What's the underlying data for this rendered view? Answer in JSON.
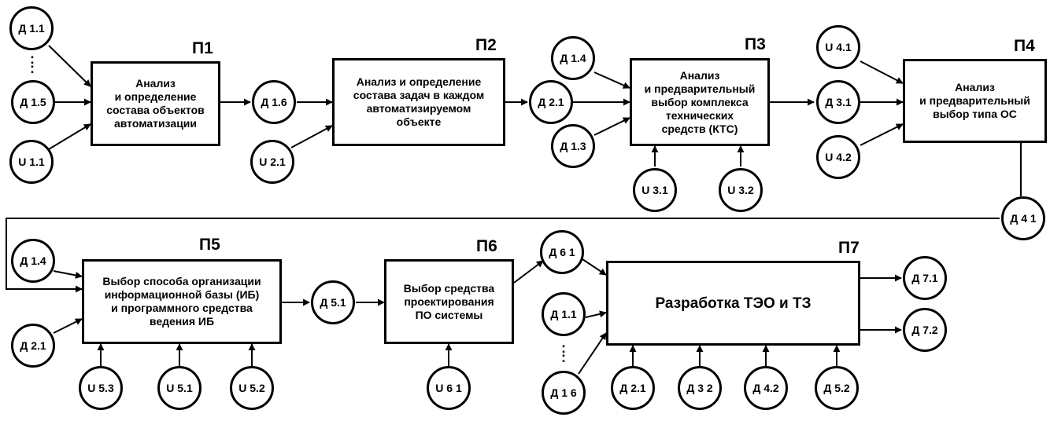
{
  "processes": {
    "p1": {
      "label": "П1",
      "text": "Анализ\nи определение\nсостава объектов\nавтоматизации"
    },
    "p2": {
      "label": "П2",
      "text": "Анализ и определение\nсостава задач в каждом\nавтоматизируемом\nобъекте"
    },
    "p3": {
      "label": "П3",
      "text": "Анализ\nи предварительный\nвыбор комплекса\nтехнических\nсредств (КТС)"
    },
    "p4": {
      "label": "П4",
      "text": "Анализ\nи предварительный\nвыбор типа ОС"
    },
    "p5": {
      "label": "П5",
      "text": "Выбор способа организации\nинформационной базы (ИБ)\nи программного средства\nведения ИБ"
    },
    "p6": {
      "label": "П6",
      "text": "Выбор средства\nпроектирования\nПО системы"
    },
    "p7": {
      "label": "П7",
      "text": "Разработка ТЭО и ТЗ"
    }
  },
  "nodes": {
    "d11_top": "Д 1.1",
    "d15": "Д 1.5",
    "u11": "U 1.1",
    "d16_top": "Д 1.6",
    "u21": "U 2.1",
    "d14_top": "Д 1.4",
    "d21_top": "Д 2.1",
    "d13": "Д 1.3",
    "u31": "U 3.1",
    "u32": "U 3.2",
    "u41": "U 4.1",
    "d31": "Д 3.1",
    "u42": "U 4.2",
    "d41": "Д 4 1",
    "d14_bottom": "Д 1.4",
    "d21_bottom": "Д 2.1",
    "u53": "U 5.3",
    "u51": "U 5.1",
    "u52": "U 5.2",
    "d51": "Д 5.1",
    "u61": "U 6 1",
    "d61": "Д 6 1",
    "d11_bottom": "Д 1.1",
    "d16_bottom": "Д 1 6",
    "d21_p7": "Д 2.1",
    "d32": "Д 3 2",
    "d42": "Д 4.2",
    "d52": "Д 5.2",
    "d71": "Д 7.1",
    "d72": "Д 7.2"
  },
  "ellipsis": ":",
  "colors": {
    "line": "#000000",
    "background": "#ffffff"
  }
}
